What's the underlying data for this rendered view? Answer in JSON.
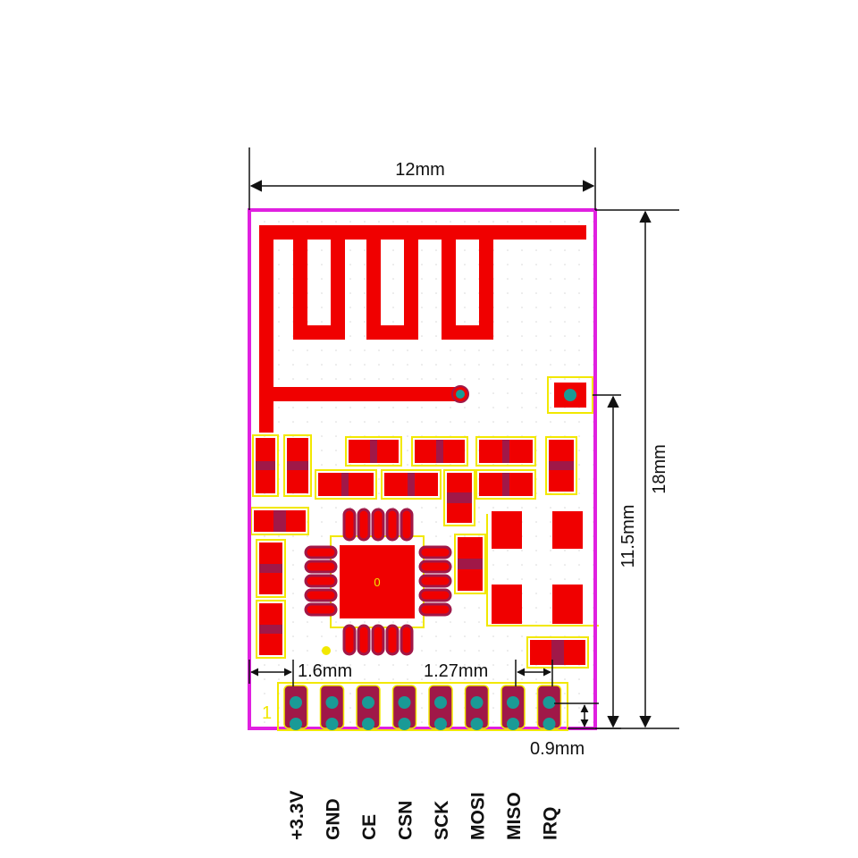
{
  "colors": {
    "board_outline": "#e020e0",
    "copper": "#f00000",
    "pad_body": "#a01848",
    "silkscreen": "#f2e800",
    "via": "#1a9a96",
    "dimension_line": "#111111"
  },
  "dimensions": {
    "width": "12mm",
    "height": "18mm",
    "pin_row_height": "11.5mm",
    "edge_to_first_pin": "1.6mm",
    "pin_pitch": "1.27mm",
    "pin_row_offset": "0.9mm"
  },
  "labels": {
    "pin1_marker": "1",
    "chip_marker": "0"
  },
  "pins": [
    {
      "label": "+3.3V"
    },
    {
      "label": "GND"
    },
    {
      "label": "CE"
    },
    {
      "label": "CSN"
    },
    {
      "label": "SCK"
    },
    {
      "label": "MOSI"
    },
    {
      "label": "MISO"
    },
    {
      "label": "IRQ"
    }
  ]
}
